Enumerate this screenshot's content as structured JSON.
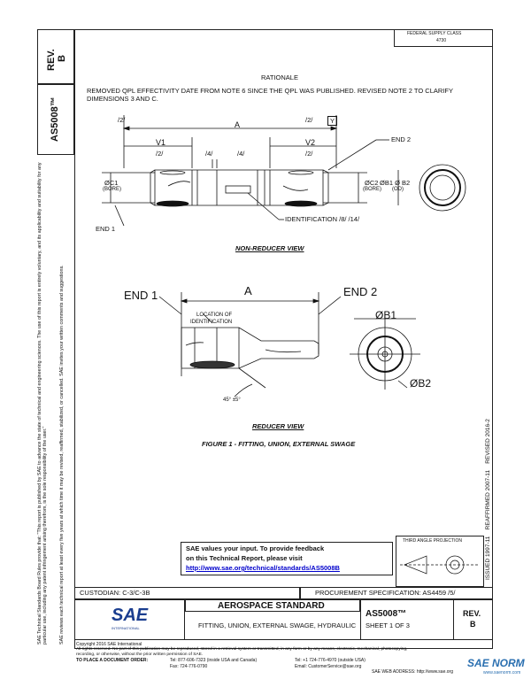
{
  "revision_block": {
    "rev_label": "REV.",
    "rev_value": "B"
  },
  "doc_number_side": "AS5008™",
  "side_notice_1": "SAE Technical Standards Board Rules provide that: \"This report is published by SAE to advance the state of technical and engineering sciences. The use of this report is entirely voluntary, and its applicability and suitability for any particular use, including any patent infringement arising therefrom, is the sole responsibility of the user.\"",
  "side_notice_2": "SAE reviews each technical report at least every five years at which time it may be revised, reaffirmed, stabilized, or cancelled. SAE invites your written comments and suggestions.",
  "federal_supply": {
    "line1": "FEDERAL SUPPLY CLASS",
    "line2": "4730"
  },
  "rationale": {
    "title": "RATIONALE",
    "line1": "REMOVED QPL EFFECTIVITY DATE FROM NOTE 6 SINCE THE QPL WAS PUBLISHED. REVISED NOTE 2 TO CLARIFY",
    "line2": "DIMENSIONS 3 AND C."
  },
  "non_reducer": {
    "caption": "NON-REDUCER VIEW",
    "ref_top_1": "/2/",
    "ref_top_y": "Y",
    "dim_a": "A",
    "v1": "V1",
    "v2": "V2",
    "ref_v1": "/2/",
    "ref_v2": "/2/",
    "ref_mid_1": "/4/",
    "ref_mid_2": "/4/",
    "end2": "END 2",
    "end1": "END 1",
    "c1": "ØC1",
    "bore": "(BORE)",
    "c2": "ØC2",
    "bore2": "(BORE)",
    "b1b2": "ØB1 Ø B2",
    "od": "(OD)",
    "identification": "IDENTIFICATION  /8/  /14/"
  },
  "reducer": {
    "caption": "REDUCER VIEW",
    "end1": "END 1",
    "end2": "END 2",
    "dim_a": "A",
    "location_1": "LOCATION OF",
    "location_2": "IDENTIFICATION",
    "b1": "ØB1",
    "b2": "ØB2",
    "angle": "45° ±5°"
  },
  "figure_caption": "FIGURE 1 - FITTING, UNION, EXTERNAL SWAGE",
  "right_margin": {
    "issued": "ISSUED 1997-11",
    "reaffirmed": "REAFFIRMED 2007-11",
    "revised": "REVISED 2016-2"
  },
  "third_angle": "THIRD ANGLE PROJECTION",
  "feedback": {
    "line1": "SAE values your input. To provide feedback",
    "line2": "on this Technical Report, please visit",
    "link": "http://www.sae.org/technical/standards/AS5008B"
  },
  "custodian": "CUSTODIAN: C-3/C-3B",
  "procurement": "PROCUREMENT SPECIFICATION: AS4459 /5/",
  "title_block": {
    "aero": "AEROSPACE STANDARD",
    "title": "FITTING, UNION, EXTERNAL SWAGE, HYDRAULIC",
    "doc": "AS5008™",
    "sheet": "SHEET 1 OF 3",
    "rev_label": "REV.",
    "rev_value": "B",
    "logo": "SAE",
    "logo_sub": "INTERNATIONAL"
  },
  "footer": {
    "copyright": "Copyright 2016 SAE International",
    "rights": "All rights reserved. No part of this publication may be reproduced, stored in a retrieval system or transmitted, in any form or by any means, electronic, mechanical, photocopying,",
    "rights2": "recording, or otherwise, without the prior written permission of SAE.",
    "order_label": "TO PLACE A DOCUMENT ORDER:",
    "tel1": "Tel:  877-606-7323 (inside USA and Canada)",
    "fax1": "Fax: 724-776-0790",
    "tel2": "Tel: +1 724-776-4970 (outside USA)",
    "email": "Email: CustomerService@sae.org",
    "web": "SAE WEB ADDRESS:  http://www.sae.org"
  },
  "watermark": {
    "brand": "SAE NORM",
    "sub": "www.saenorm.com"
  }
}
